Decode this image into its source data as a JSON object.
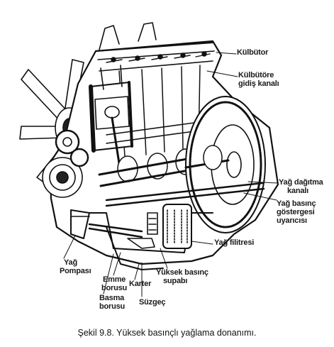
{
  "labels": {
    "kulbutor": "Külbütor",
    "kulbutore_1": "Külbütöre",
    "kulbutore_2": "gidiş kanalı",
    "yag_dagitma_1": "Yağ dağıtma",
    "yag_dagitma_2": "kanalı",
    "yag_basinc_1": "Yağ basınç",
    "yag_basinc_2": "göstergesi",
    "yag_basinc_3": "uyarıcısı",
    "yag_filitresi": "Yağ filitresi",
    "yag_pompasi_1": "Yağ",
    "yag_pompasi_2": "Pompası",
    "emme_1": "Emme",
    "emme_2": "borusu",
    "karter": "Karter",
    "basma_1": "Basma",
    "basma_2": "borusu",
    "suzgec": "Süzgeç",
    "yuksek_1": "Yüksek basınç",
    "yuksek_2": "supabı"
  },
  "caption": "Şekil 9.8. Yüksek basınçlı yağlama donanımı."
}
